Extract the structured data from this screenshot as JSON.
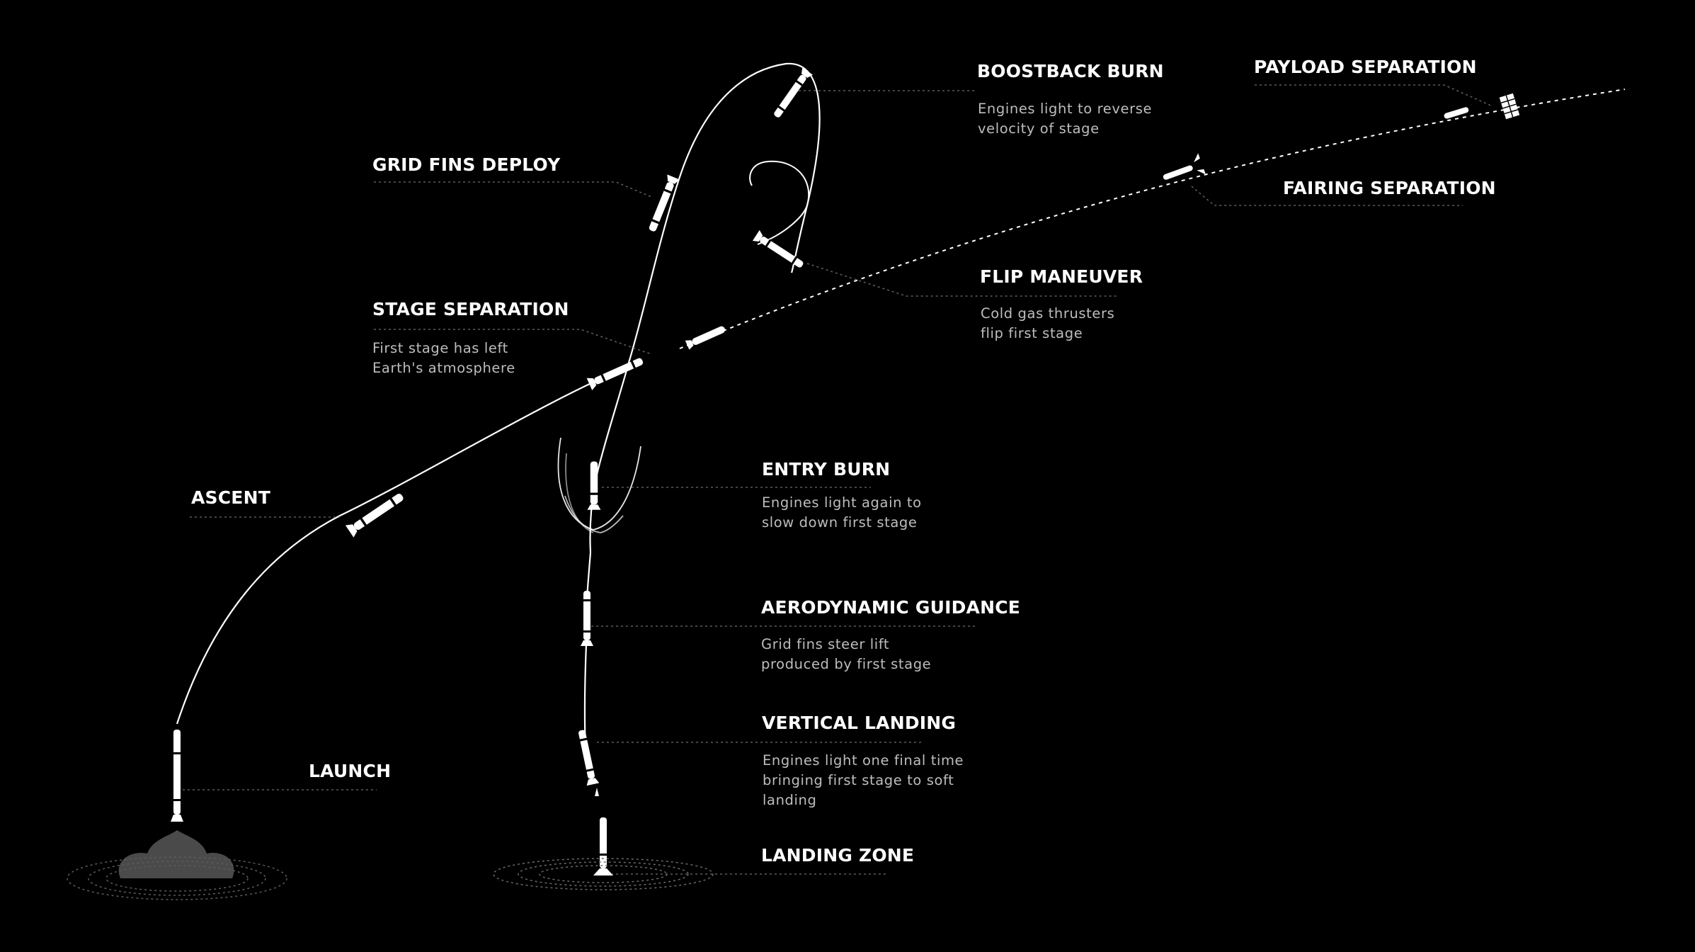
{
  "colors": {
    "background": "#000000",
    "line": "#ffffff",
    "leader": "#5c5c5c",
    "label": "#ffffff",
    "description": "#bdbdbd",
    "plume": "#4a4a4a"
  },
  "stages": {
    "boostback": {
      "title": "BOOSTBACK BURN",
      "desc1": "Engines light to reverse",
      "desc2": "velocity of stage"
    },
    "payload": {
      "title": "PAYLOAD SEPARATION"
    },
    "grid_fins": {
      "title": "GRID FINS DEPLOY"
    },
    "fairing": {
      "title": "FAIRING SEPARATION"
    },
    "flip": {
      "title": "FLIP MANEUVER",
      "desc1": "Cold gas thrusters",
      "desc2": "flip first stage"
    },
    "stage_sep": {
      "title": "STAGE SEPARATION",
      "desc1": "First stage has left",
      "desc2": "Earth's atmosphere"
    },
    "entry": {
      "title": "ENTRY BURN",
      "desc1": "Engines light again to",
      "desc2": "slow down first stage"
    },
    "ascent": {
      "title": "ASCENT"
    },
    "aero": {
      "title": "AERODYNAMIC GUIDANCE",
      "desc1": "Grid fins steer lift",
      "desc2": "produced by first stage"
    },
    "vertical": {
      "title": "VERTICAL LANDING",
      "desc1": "Engines light one final time",
      "desc2": "bringing first stage to soft",
      "desc3": "landing"
    },
    "launch": {
      "title": "LAUNCH"
    },
    "landing_zone": {
      "title": "LANDING ZONE"
    }
  }
}
